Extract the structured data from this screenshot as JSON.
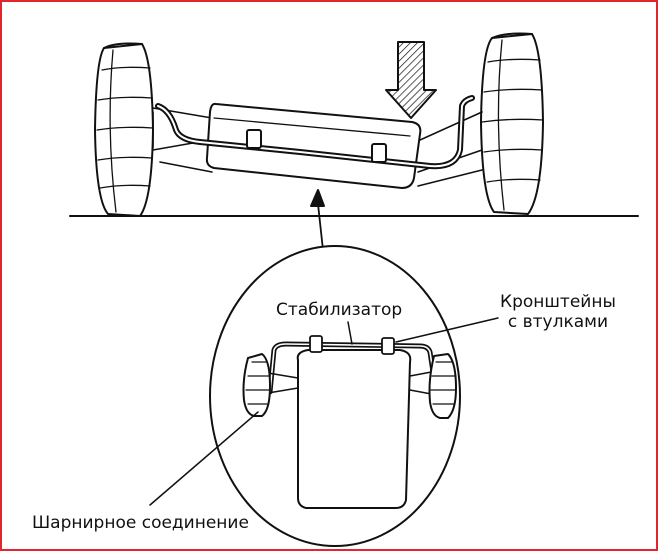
{
  "labels": {
    "stabilizer": "Стабилизатор",
    "brackets_line1": "Кронштейны",
    "brackets_line2": "с втулками",
    "ball_joint": "Шарнирное соединение"
  },
  "colors": {
    "frame_border": "#e3262e",
    "ink": "#111111",
    "background": "#ffffff"
  },
  "icons": {
    "load_arrow": "hatched-down-arrow-icon",
    "pointer_arrow": "up-arrow-icon"
  }
}
